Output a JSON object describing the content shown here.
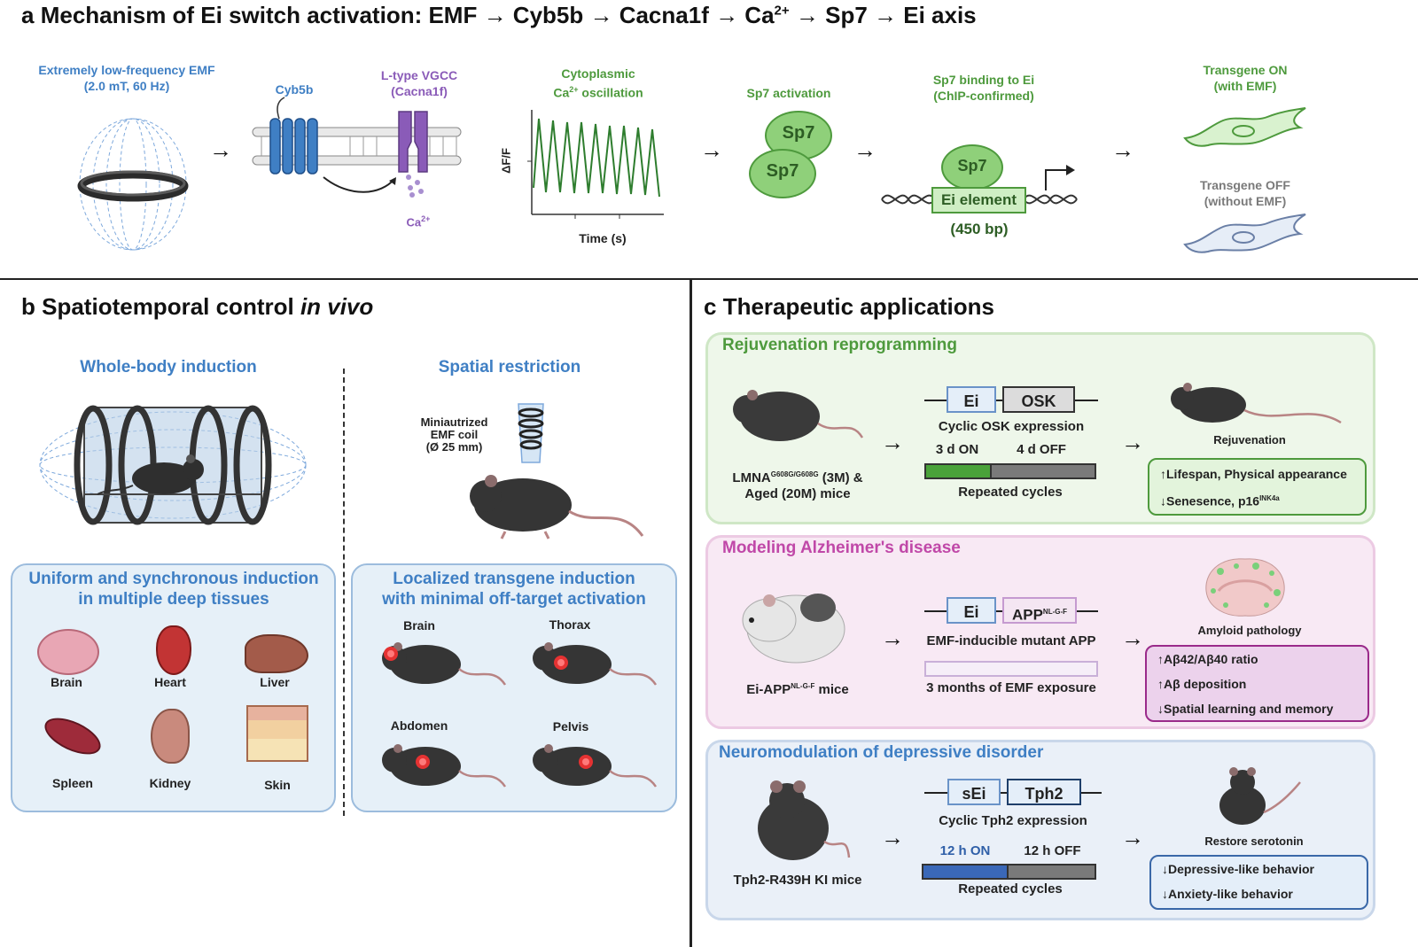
{
  "panel_a": {
    "letter": "a",
    "title_pre": "Mechanism of Ei switch activation: EMF → Cyb5b → Cacna1f → Ca",
    "title_sup": "2+",
    "title_post": " → Sp7 → Ei axis",
    "emf_label_1": "Extremely low-frequency EMF",
    "emf_label_2": "(2.0 mT, 60 Hz)",
    "cyb5b_label": "Cyb5b",
    "vgcc_label_1": "L-type VGCC",
    "vgcc_label_2": "(Cacna1f)",
    "ca_label": "Ca",
    "ca_sup": "2+",
    "osc_label_1": "Cytoplasmic",
    "osc_label_2_pre": "Ca",
    "osc_label_2_sup": "2+",
    "osc_label_2_post": " oscillation",
    "y_axis": "ΔF/F",
    "x_axis": "Time (s)",
    "sp7_act_label": "Sp7 activation",
    "sp7": "Sp7",
    "binding_label_1": "Sp7 binding to Ei",
    "binding_label_2": "(ChIP-confirmed)",
    "ei_element": "Ei element",
    "ei_bp": "(450 bp)",
    "on_label_1": "Transgene ON",
    "on_label_2": "(with EMF)",
    "off_label_1": "Transgene OFF",
    "off_label_2": "(without EMF)",
    "colors": {
      "blue": "#3f7fc4",
      "purple": "#8a5bb8",
      "green": "#4e9a3d",
      "gray": "#7a7a7a"
    }
  },
  "panel_b": {
    "letter": "b",
    "title_pre": "Spatiotemporal control ",
    "title_italic": "in vivo",
    "whole_body": "Whole-body induction",
    "spatial": "Spatial restriction",
    "coil_label_1": "Miniautrized",
    "coil_label_2": "EMF coil",
    "coil_label_3": "(Ø 25 mm)",
    "left_box_title_1": "Uniform and synchronous induction",
    "left_box_title_2": "in multiple deep tissues",
    "tissues": [
      "Brain",
      "Heart",
      "Liver",
      "Spleen",
      "Kidney",
      "Skin"
    ],
    "right_box_title_1": "Localized transgene induction",
    "right_box_title_2": "with minimal off-target activation",
    "regions": [
      "Brain",
      "Thorax",
      "Abdomen",
      "Pelvis"
    ]
  },
  "panel_c": {
    "letter": "c",
    "title": "Therapeutic applications",
    "rejuv": {
      "title": "Rejuvenation reprogramming",
      "mice_1_pre": "LMNA",
      "mice_1_sup": "G608G/G608G",
      "mice_1_post": " (3M) &",
      "mice_2": "Aged (20M) mice",
      "gene_1": "Ei",
      "gene_2": "OSK",
      "expr": "Cyclic OSK expression",
      "on": "3 d ON",
      "off": "4 d OFF",
      "cycles": "Repeated cycles",
      "outcome": "Rejuvenation",
      "out_1": "↑Lifespan, Physical appearance",
      "out_2_pre": "↓Senesence, p16",
      "out_2_sup": "INK4a",
      "color": "#4e9a3d"
    },
    "alz": {
      "title": "Modeling Alzheimer's disease",
      "mice_pre": "Ei-APP",
      "mice_sup": "NL-G-F",
      "mice_post": " mice",
      "gene_1": "Ei",
      "gene_2_pre": "APP",
      "gene_2_sup": "NL-G-F",
      "expr": "EMF-inducible mutant APP",
      "duration": "3 months of EMF exposure",
      "outcome": "Amyloid pathology",
      "out_1": "↑Aβ42/Aβ40 ratio",
      "out_2": "↑Aβ deposition",
      "out_3": "↓Spatial learning and memory",
      "color": "#c048a8"
    },
    "dep": {
      "title": "Neuromodulation of depressive disorder",
      "mice": "Tph2-R439H KI mice",
      "gene_1": "sEi",
      "gene_2": "Tph2",
      "expr": "Cyclic Tph2 expression",
      "on": "12 h ON",
      "off": "12 h OFF",
      "cycles": "Repeated cycles",
      "outcome": "Restore serotonin",
      "out_1": "↓Depressive-like behavior",
      "out_2": "↓Anxiety-like behavior",
      "color": "#3f7fc4"
    }
  }
}
